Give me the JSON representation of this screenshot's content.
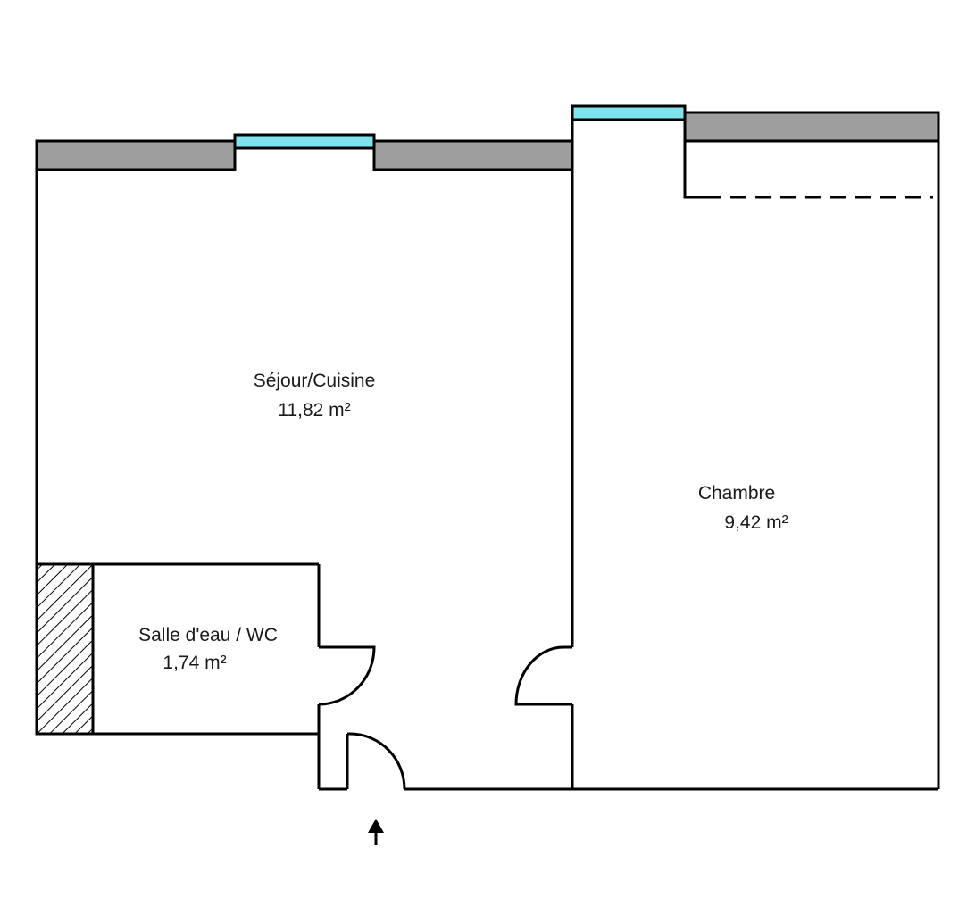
{
  "rooms": {
    "sejour": {
      "name": "Séjour/Cuisine",
      "area": "11,82  m²"
    },
    "chambre": {
      "name": "Chambre",
      "area": "9,42  m²"
    },
    "salle_eau": {
      "name": "Salle d'eau / WC",
      "area": "1,74  m²"
    }
  },
  "colors": {
    "wall_outline": "#000000",
    "exterior_wall_fill": "#9e9e9e",
    "window_fill": "#7fe3ee",
    "background": "#ffffff"
  },
  "icons": {
    "entrance": "arrow-up-icon",
    "closet": "hatched-closet"
  }
}
